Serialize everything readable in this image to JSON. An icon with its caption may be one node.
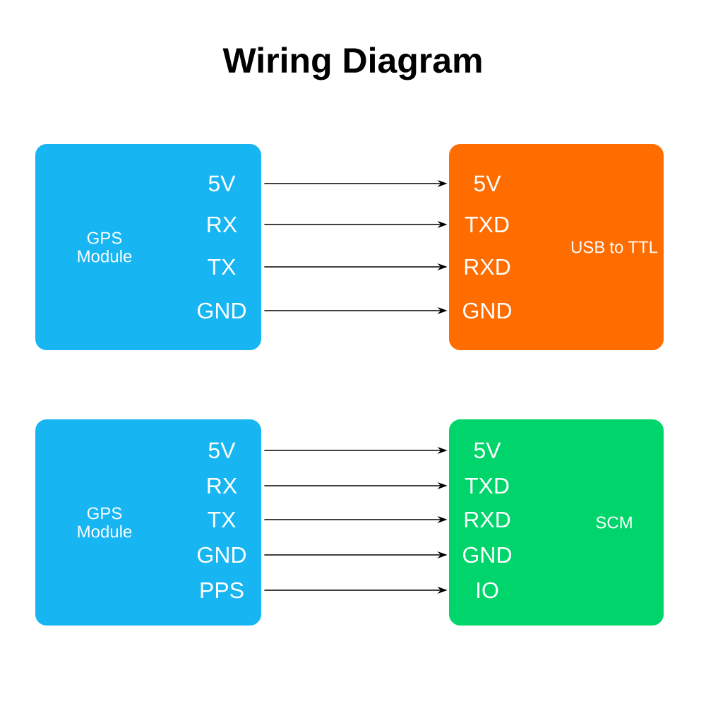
{
  "diagram": {
    "title": "Wiring Diagram",
    "nodes": [
      {
        "text": [
          "GPS Module"
        ]
      },
      {
        "text": [
          "5V"
        ],
        "in": 0
      },
      {
        "text": [
          "RX"
        ],
        "in": 0
      },
      {
        "text": [
          "TX"
        ],
        "in": 0
      },
      {
        "text": [
          "GND"
        ],
        "in": 0
      },
      {
        "text": [
          "USB to TTL"
        ]
      },
      {
        "text": [
          "5V"
        ],
        "in": 5
      },
      {
        "text": [
          "TXD"
        ],
        "in": 5
      },
      {
        "text": [
          "RXD"
        ],
        "in": 5
      },
      {
        "text": [
          "GND"
        ],
        "in": 5
      },
      {
        "text": [
          "GPS Module"
        ]
      },
      {
        "text": [
          "5V"
        ],
        "in": 10
      },
      {
        "text": [
          "RX"
        ],
        "in": 10
      },
      {
        "text": [
          "TX"
        ],
        "in": 10
      },
      {
        "text": [
          "GND"
        ],
        "in": 10
      },
      {
        "text": [
          "PPS"
        ],
        "in": 10
      },
      {
        "text": [
          "SCM"
        ]
      },
      {
        "text": [
          "5V"
        ],
        "in": 16
      },
      {
        "text": [
          "TXD"
        ],
        "in": 16
      },
      {
        "text": [
          "RXD"
        ],
        "in": 16
      },
      {
        "text": [
          "GND"
        ],
        "in": 16
      },
      {
        "text": [
          "IO"
        ],
        "in": 16
      }
    ],
    "edges": [
      {
        "from": 1,
        "to": 6,
        "arrow": "to"
      },
      {
        "from": 2,
        "to": 7,
        "arrow": "to"
      },
      {
        "from": 3,
        "to": 8,
        "arrow": "to"
      },
      {
        "from": 4,
        "to": 9,
        "arrow": "to"
      },
      {
        "from": 11,
        "to": 17,
        "arrow": "to"
      },
      {
        "from": 12,
        "to": 18,
        "arrow": "to"
      },
      {
        "from": 13,
        "to": 19,
        "arrow": "to"
      },
      {
        "from": 14,
        "to": 20,
        "arrow": "to"
      },
      {
        "from": 15,
        "to": 21,
        "arrow": "to"
      }
    ]
  }
}
